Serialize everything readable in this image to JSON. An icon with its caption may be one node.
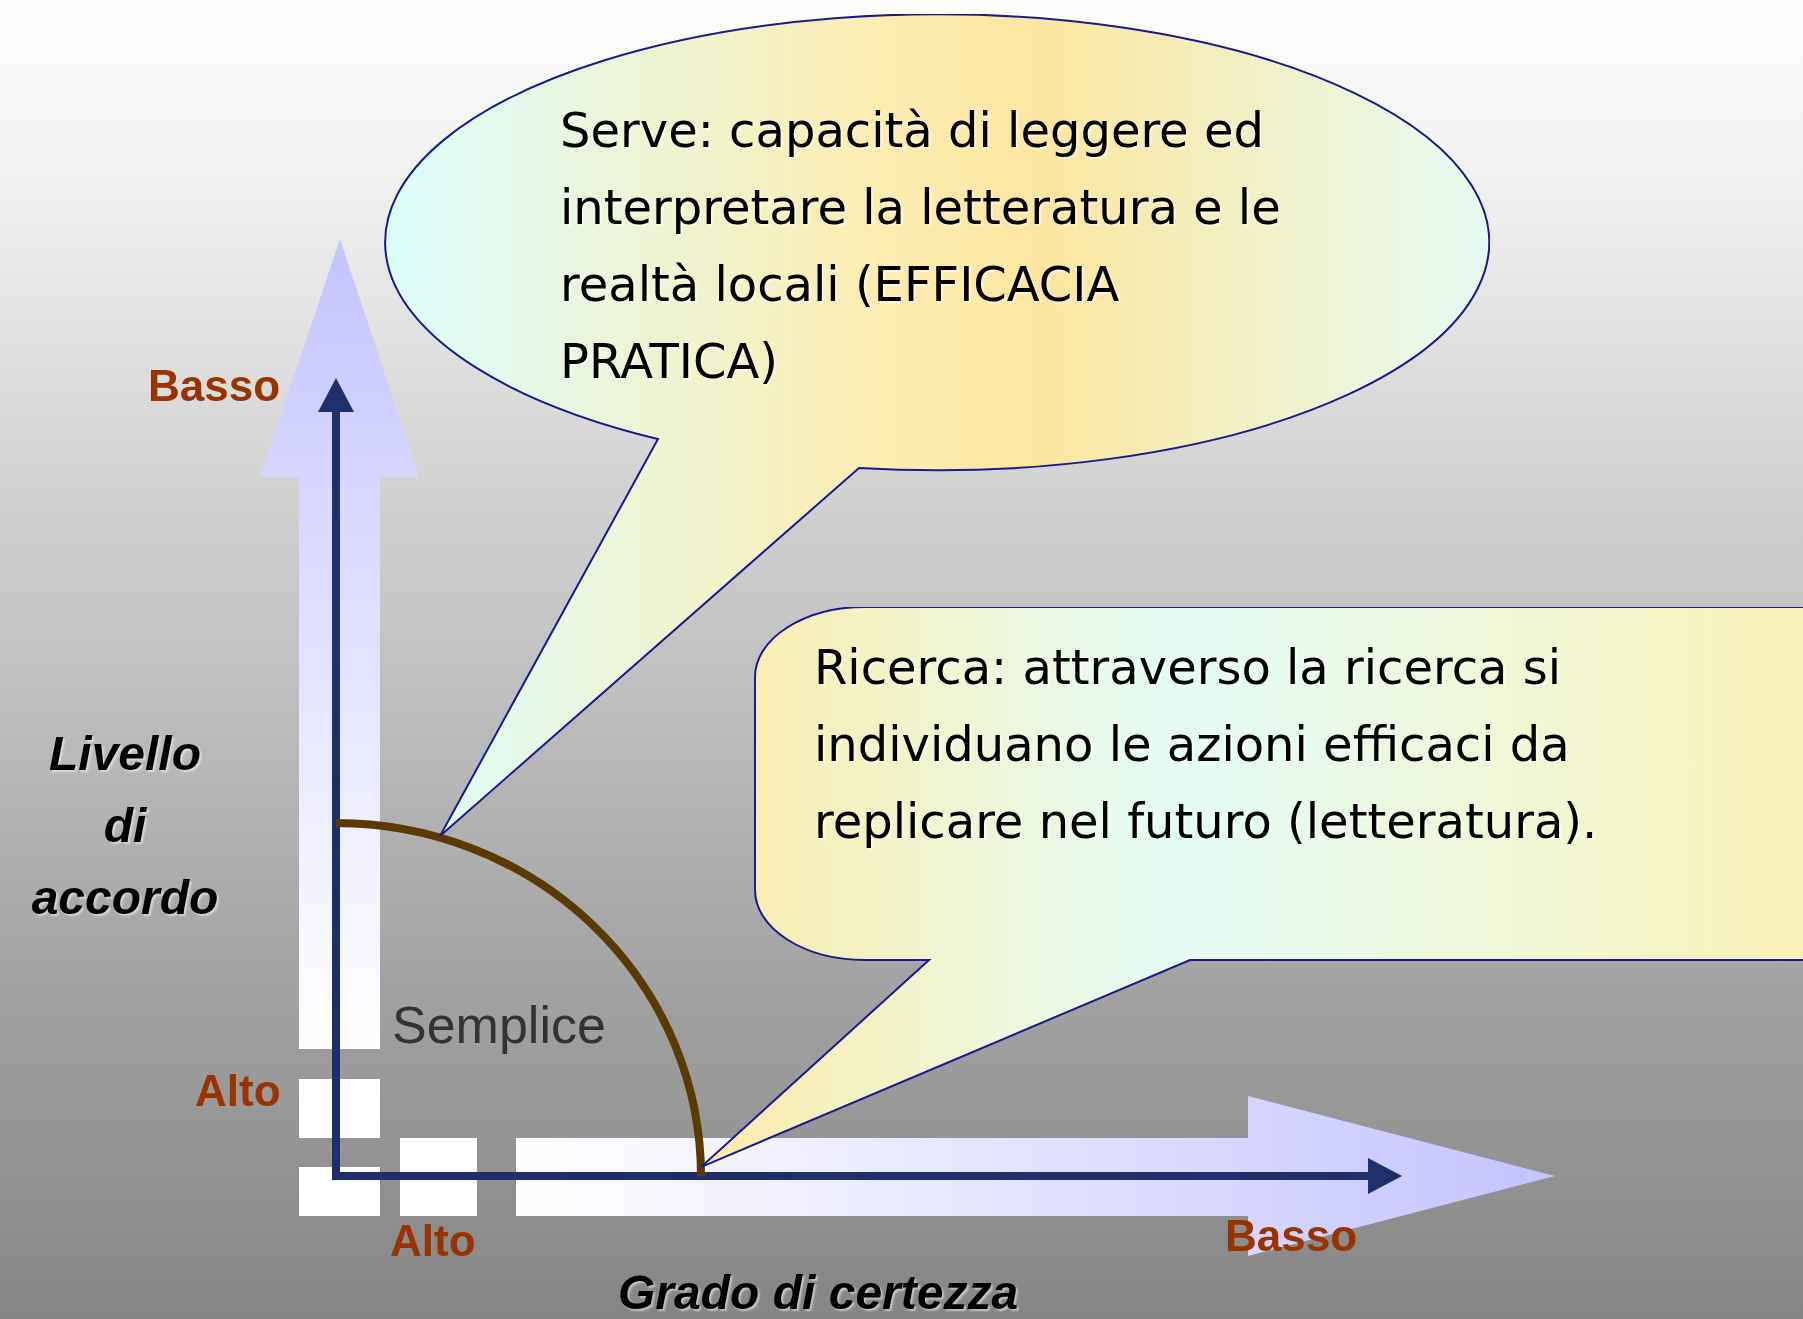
{
  "diagram": {
    "nodes": [
      {
        "text": [
          "Serve: capacità di leggere ed interpretare la letteratura e le realtà locali (EFFICACIA PRATICA)"
        ]
      },
      {
        "text": [
          "Ricerca: attraverso la ricerca si individuano le azioni efficaci da replicare nel futuro (letteratura)."
        ]
      }
    ],
    "labels": [
      "Basso",
      "Livello di accordo",
      "Semplice",
      "Alto",
      "Alto",
      "Basso",
      "Grado di certezza"
    ]
  }
}
